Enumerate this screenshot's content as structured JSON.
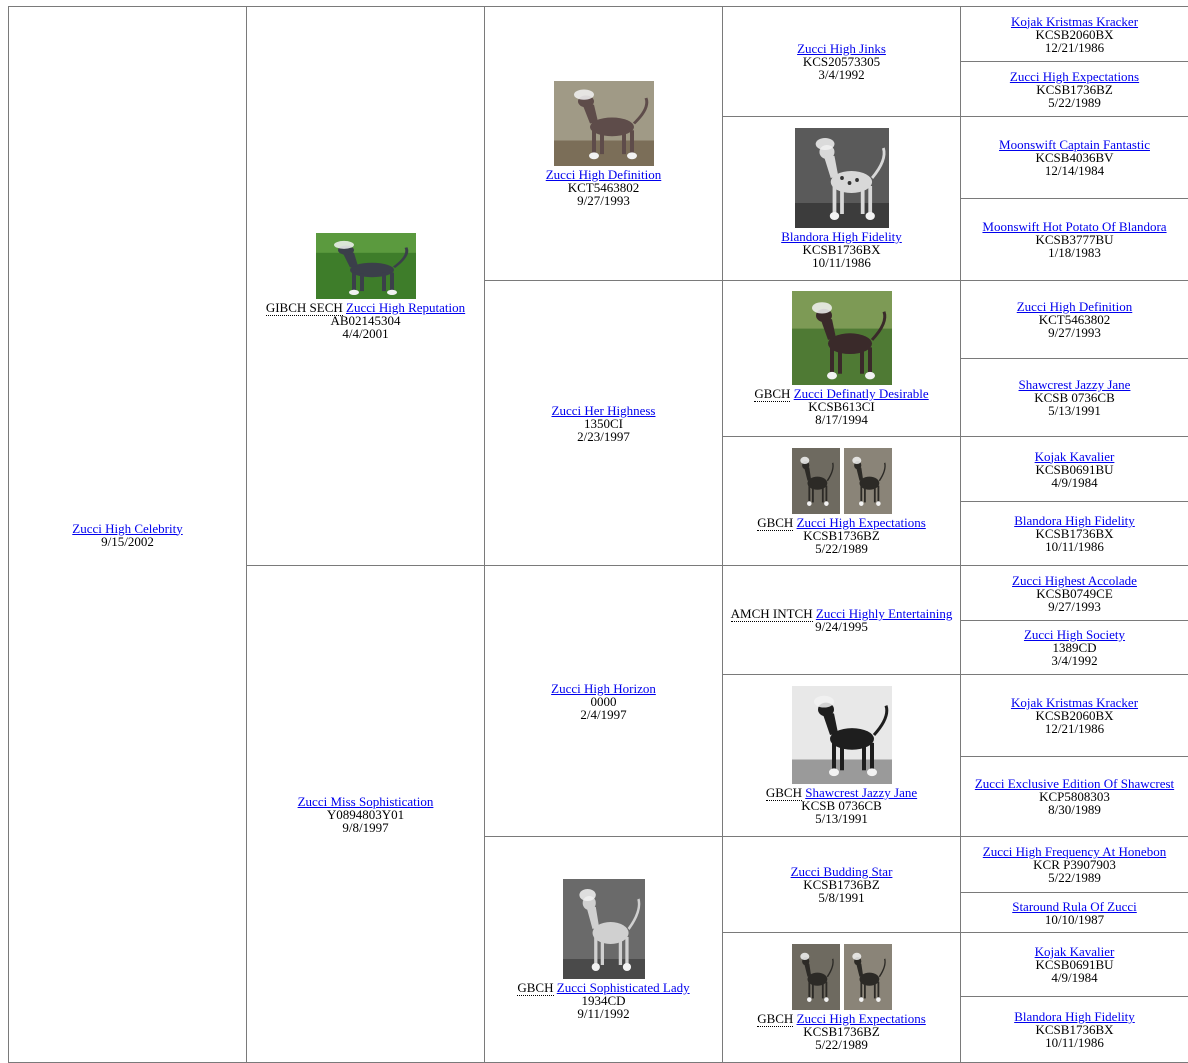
{
  "gen1": [
    {
      "name": "Zucci High Celebrity",
      "date": "9/15/2002"
    }
  ],
  "gen2": [
    {
      "title": "GIBCH SECH",
      "name": "Zucci High Reputation",
      "reg": "AB02145304",
      "date": "4/4/2001",
      "photo": "grass-dog-photo"
    },
    {
      "name": "Zucci Miss Sophistication",
      "reg": "Y0894803Y01",
      "date": "9/8/1997"
    }
  ],
  "gen3": [
    {
      "name": "Zucci High Definition",
      "reg": "KCT5463802",
      "date": "9/27/1993",
      "photo": "color-dog-photo"
    },
    {
      "name": "Zucci Her Highness",
      "reg": "1350CI",
      "date": "2/23/1997"
    },
    {
      "name": "Zucci High Horizon",
      "reg": "0000",
      "date": "2/4/1997"
    },
    {
      "title": "GBCH",
      "name": "Zucci Sophisticated Lady",
      "reg": "1934CD",
      "date": "9/11/1992",
      "photo": "bw-dog-photo"
    }
  ],
  "gen4": [
    {
      "name": "Zucci High Jinks",
      "reg": "KCS20573305",
      "date": "3/4/1992"
    },
    {
      "name": "Blandora High Fidelity",
      "reg": "KCSB1736BX",
      "date": "10/11/1986",
      "photo": "bw-spotted-dog-photo"
    },
    {
      "title": "GBCH",
      "name": "Zucci Definatly Desirable",
      "reg": "KCSB613CI",
      "date": "8/17/1994",
      "photo": "color-dog-photo"
    },
    {
      "title": "GBCH",
      "name": "Zucci High Expectations",
      "reg": "KCSB1736BZ",
      "date": "5/22/1989",
      "photo": "two-dog-photo"
    },
    {
      "title": "AMCH INTCH",
      "name": "Zucci Highly Entertaining",
      "date": "9/24/1995"
    },
    {
      "title": "GBCH",
      "name": "Shawcrest Jazzy Jane",
      "reg": "KCSB 0736CB",
      "date": "5/13/1991",
      "photo": "bw-dog-photo"
    },
    {
      "name": "Zucci Budding Star",
      "reg": "KCSB1736BZ",
      "date": "5/8/1991"
    },
    {
      "title": "GBCH",
      "name": "Zucci High Expectations",
      "reg": "KCSB1736BZ",
      "date": "5/22/1989",
      "photo": "two-dog-photo"
    }
  ],
  "gen5": [
    {
      "name": "Kojak Kristmas Kracker",
      "reg": "KCSB2060BX",
      "date": "12/21/1986"
    },
    {
      "name": "Zucci High Expectations",
      "reg": "KCSB1736BZ",
      "date": "5/22/1989"
    },
    {
      "name": "Moonswift Captain Fantastic",
      "reg": "KCSB4036BV",
      "date": "12/14/1984"
    },
    {
      "name": "Moonswift Hot Potato Of Blandora",
      "reg": "KCSB3777BU",
      "date": "1/18/1983"
    },
    {
      "name": "Zucci High Definition",
      "reg": "KCT5463802",
      "date": "9/27/1993"
    },
    {
      "name": "Shawcrest Jazzy Jane",
      "reg": "KCSB 0736CB",
      "date": "5/13/1991"
    },
    {
      "name": "Kojak Kavalier",
      "reg": "KCSB0691BU",
      "date": "4/9/1984"
    },
    {
      "name": "Blandora High Fidelity",
      "reg": "KCSB1736BX",
      "date": "10/11/1986"
    },
    {
      "name": "Zucci Highest Accolade",
      "reg": "KCSB0749CE",
      "date": "9/27/1993"
    },
    {
      "name": "Zucci High Society",
      "reg": "1389CD",
      "date": "3/4/1992"
    },
    {
      "name": "Kojak Kristmas Kracker",
      "reg": "KCSB2060BX",
      "date": "12/21/1986"
    },
    {
      "name": "Zucci Exclusive Edition Of Shawcrest",
      "reg": "KCP5808303",
      "date": "8/30/1989"
    },
    {
      "name": "Zucci High Frequency At Honebon",
      "reg": "KCR P3907903",
      "date": "5/22/1989"
    },
    {
      "name": "Staround Rula Of Zucci",
      "date": "10/10/1987"
    },
    {
      "name": "Kojak Kavalier",
      "reg": "KCSB0691BU",
      "date": "4/9/1984"
    },
    {
      "name": "Blandora High Fidelity",
      "reg": "KCSB1736BX",
      "date": "10/11/1986"
    }
  ]
}
